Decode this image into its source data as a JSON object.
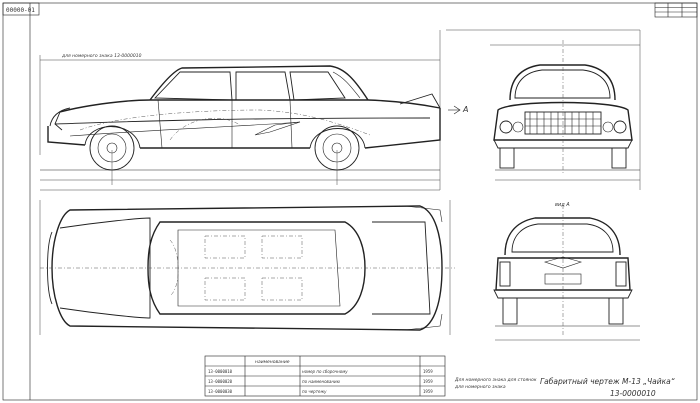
{
  "drawing": {
    "doc_code": "13-0000010",
    "corner_code": "00000-01",
    "title": "Габаритный чертеж М-13 „Чайка“",
    "arrow_label": "A",
    "view_label": "вид A",
    "base_label": "для номерного знака 13-0000010",
    "note_left": "Для номерного знака для стоянок",
    "note_right": "для номерного знака",
    "table_header": "наименование",
    "table_rows": [
      {
        "code": "13-0000010",
        "desc": "номер по сборочному",
        "year": "1959"
      },
      {
        "code": "13-0000020",
        "desc": "по наименованию",
        "year": "1959"
      },
      {
        "code": "13-0000030",
        "desc": "по чертежу",
        "year": "1959"
      }
    ]
  }
}
